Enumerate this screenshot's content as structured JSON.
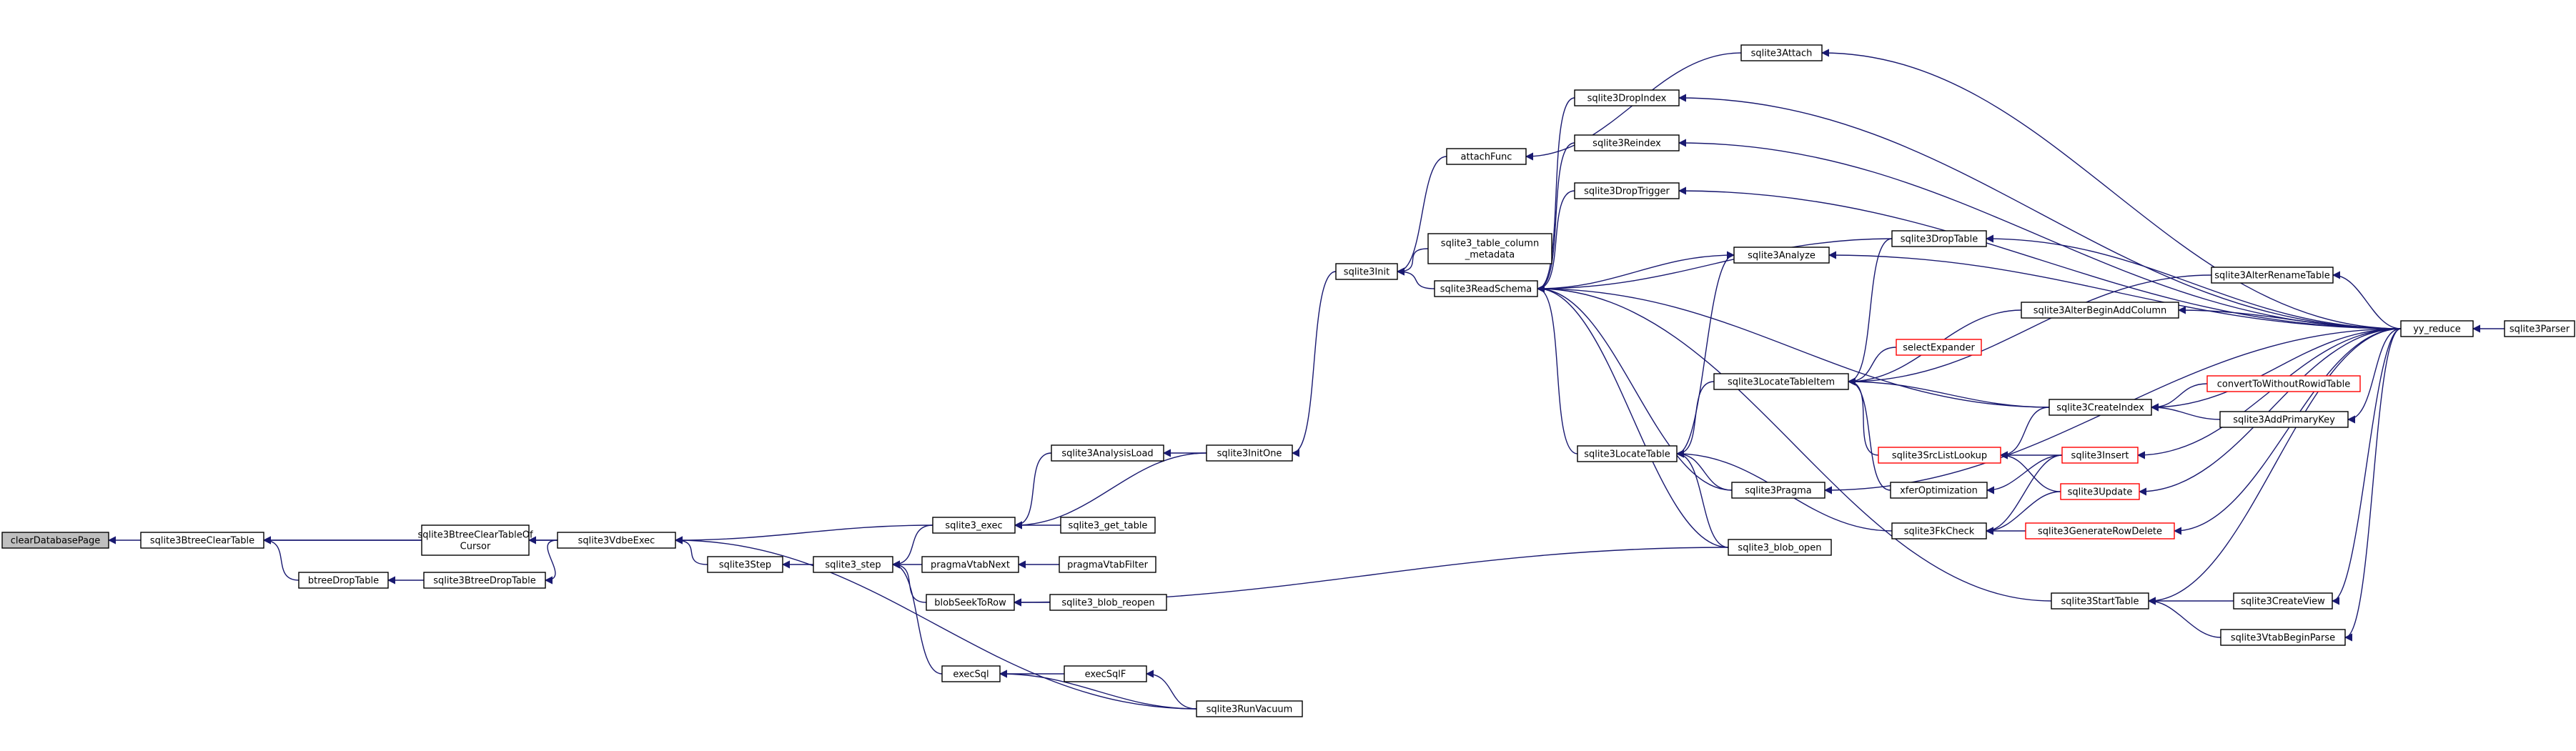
{
  "colors": {
    "edge": "#191970",
    "root_fill": "#bfbfbf",
    "red_border": "#ff0000"
  },
  "nodes": {
    "clearDatabasePage": {
      "label": "clearDatabasePage",
      "root": true
    },
    "sqlite3BtreeClearTable": {
      "label": "sqlite3BtreeClearTable"
    },
    "btreeDropTable": {
      "label": "btreeDropTable"
    },
    "sqlite3BtreeClearTableOfCursor": {
      "label": [
        "sqlite3BtreeClearTableOf",
        "Cursor"
      ]
    },
    "sqlite3BtreeDropTable": {
      "label": "sqlite3BtreeDropTable"
    },
    "sqlite3VdbeExec": {
      "label": "sqlite3VdbeExec"
    },
    "sqlite3Step": {
      "label": "sqlite3Step"
    },
    "sqlite3_step": {
      "label": "sqlite3_step"
    },
    "sqlite3_exec": {
      "label": "sqlite3_exec"
    },
    "sqlite3AnalysisLoad": {
      "label": "sqlite3AnalysisLoad"
    },
    "sqlite3_get_table": {
      "label": "sqlite3_get_table"
    },
    "pragmaVtabNext": {
      "label": "pragmaVtabNext"
    },
    "pragmaVtabFilter": {
      "label": "pragmaVtabFilter"
    },
    "blobSeekToRow": {
      "label": "blobSeekToRow"
    },
    "sqlite3_blob_reopen": {
      "label": "sqlite3_blob_reopen"
    },
    "execSql": {
      "label": "execSql"
    },
    "execSqlF": {
      "label": "execSqlF"
    },
    "sqlite3RunVacuum": {
      "label": "sqlite3RunVacuum"
    },
    "sqlite3InitOne": {
      "label": "sqlite3InitOne"
    },
    "sqlite3Init": {
      "label": "sqlite3Init"
    },
    "attachFunc": {
      "label": "attachFunc"
    },
    "sqlite3_table_column_metadata": {
      "label": [
        "sqlite3_table_column",
        "_metadata"
      ]
    },
    "sqlite3ReadSchema": {
      "label": "sqlite3ReadSchema"
    },
    "sqlite3Attach": {
      "label": "sqlite3Attach"
    },
    "sqlite3DropIndex": {
      "label": "sqlite3DropIndex"
    },
    "sqlite3Reindex": {
      "label": "sqlite3Reindex"
    },
    "sqlite3DropTrigger": {
      "label": "sqlite3DropTrigger"
    },
    "sqlite3Analyze": {
      "label": "sqlite3Analyze"
    },
    "sqlite3LocateTable": {
      "label": "sqlite3LocateTable"
    },
    "sqlite3Pragma": {
      "label": "sqlite3Pragma"
    },
    "sqlite3_blob_open": {
      "label": "sqlite3_blob_open"
    },
    "sqlite3LocateTableItem": {
      "label": "sqlite3LocateTableItem"
    },
    "sqlite3DropTable": {
      "label": "sqlite3DropTable"
    },
    "selectExpander": {
      "label": "selectExpander",
      "red": true
    },
    "sqlite3SrcListLookup": {
      "label": "sqlite3SrcListLookup",
      "red": true
    },
    "xferOptimization": {
      "label": "xferOptimization"
    },
    "sqlite3FkCheck": {
      "label": "sqlite3FkCheck"
    },
    "sqlite3StartTable": {
      "label": "sqlite3StartTable"
    },
    "sqlite3AlterBeginAddColumn": {
      "label": "sqlite3AlterBeginAddColumn"
    },
    "sqlite3AlterRenameTable": {
      "label": "sqlite3AlterRenameTable"
    },
    "sqlite3CreateIndex": {
      "label": "sqlite3CreateIndex"
    },
    "sqlite3Insert": {
      "label": "sqlite3Insert",
      "red": true
    },
    "sqlite3Update": {
      "label": "sqlite3Update",
      "red": true
    },
    "sqlite3GenerateRowDelete": {
      "label": "sqlite3GenerateRowDelete",
      "red": true
    },
    "convertToWithoutRowidTable": {
      "label": "convertToWithoutRowidTable",
      "red": true
    },
    "sqlite3AddPrimaryKey": {
      "label": "sqlite3AddPrimaryKey"
    },
    "sqlite3CreateView": {
      "label": "sqlite3CreateView"
    },
    "sqlite3VtabBeginParse": {
      "label": "sqlite3VtabBeginParse"
    },
    "yy_reduce": {
      "label": "yy_reduce"
    },
    "sqlite3Parser": {
      "label": "sqlite3Parser"
    }
  },
  "edges": [
    [
      "sqlite3BtreeClearTable",
      "clearDatabasePage"
    ],
    [
      "btreeDropTable",
      "sqlite3BtreeClearTable"
    ],
    [
      "sqlite3BtreeClearTableOfCursor",
      "sqlite3BtreeClearTable"
    ],
    [
      "sqlite3VdbeExec",
      "sqlite3BtreeClearTable"
    ],
    [
      "sqlite3BtreeDropTable",
      "btreeDropTable"
    ],
    [
      "sqlite3VdbeExec",
      "sqlite3BtreeClearTableOfCursor"
    ],
    [
      "sqlite3VdbeExec",
      "sqlite3BtreeDropTable"
    ],
    [
      "sqlite3Step",
      "sqlite3VdbeExec"
    ],
    [
      "sqlite3_exec",
      "sqlite3VdbeExec"
    ],
    [
      "sqlite3RunVacuum",
      "sqlite3VdbeExec"
    ],
    [
      "sqlite3_step",
      "sqlite3Step"
    ],
    [
      "sqlite3_exec",
      "sqlite3_step"
    ],
    [
      "pragmaVtabNext",
      "sqlite3_step"
    ],
    [
      "blobSeekToRow",
      "sqlite3_step"
    ],
    [
      "execSql",
      "sqlite3_step"
    ],
    [
      "sqlite3AnalysisLoad",
      "sqlite3_exec"
    ],
    [
      "sqlite3_get_table",
      "sqlite3_exec"
    ],
    [
      "sqlite3InitOne",
      "sqlite3_exec"
    ],
    [
      "sqlite3InitOne",
      "sqlite3AnalysisLoad"
    ],
    [
      "pragmaVtabFilter",
      "pragmaVtabNext"
    ],
    [
      "sqlite3_blob_reopen",
      "blobSeekToRow"
    ],
    [
      "sqlite3_blob_open",
      "blobSeekToRow"
    ],
    [
      "execSqlF",
      "execSql"
    ],
    [
      "sqlite3RunVacuum",
      "execSql"
    ],
    [
      "sqlite3RunVacuum",
      "execSqlF"
    ],
    [
      "sqlite3Init",
      "sqlite3InitOne"
    ],
    [
      "attachFunc",
      "sqlite3Init"
    ],
    [
      "sqlite3_table_column_metadata",
      "sqlite3Init"
    ],
    [
      "sqlite3ReadSchema",
      "sqlite3Init"
    ],
    [
      "sqlite3Attach",
      "attachFunc"
    ],
    [
      "sqlite3DropIndex",
      "sqlite3ReadSchema"
    ],
    [
      "sqlite3Reindex",
      "sqlite3ReadSchema"
    ],
    [
      "sqlite3DropTrigger",
      "sqlite3ReadSchema"
    ],
    [
      "sqlite3Analyze",
      "sqlite3ReadSchema"
    ],
    [
      "sqlite3DropTable",
      "sqlite3ReadSchema"
    ],
    [
      "sqlite3LocateTable",
      "sqlite3ReadSchema"
    ],
    [
      "sqlite3Pragma",
      "sqlite3ReadSchema"
    ],
    [
      "sqlite3_blob_open",
      "sqlite3ReadSchema"
    ],
    [
      "sqlite3CreateIndex",
      "sqlite3ReadSchema"
    ],
    [
      "sqlite3StartTable",
      "sqlite3ReadSchema"
    ],
    [
      "sqlite3LocateTable",
      "sqlite3Analyze"
    ],
    [
      "sqlite3LocateTableItem",
      "sqlite3LocateTable"
    ],
    [
      "sqlite3Pragma",
      "sqlite3LocateTable"
    ],
    [
      "sqlite3_blob_open",
      "sqlite3LocateTable"
    ],
    [
      "sqlite3FkCheck",
      "sqlite3LocateTable"
    ],
    [
      "sqlite3DropTable",
      "sqlite3LocateTableItem"
    ],
    [
      "sqlite3AlterRenameTable",
      "sqlite3LocateTableItem"
    ],
    [
      "sqlite3AlterBeginAddColumn",
      "sqlite3LocateTableItem"
    ],
    [
      "selectExpander",
      "sqlite3LocateTableItem"
    ],
    [
      "sqlite3CreateIndex",
      "sqlite3LocateTableItem"
    ],
    [
      "sqlite3SrcListLookup",
      "sqlite3LocateTableItem"
    ],
    [
      "xferOptimization",
      "sqlite3LocateTableItem"
    ],
    [
      "sqlite3CreateIndex",
      "sqlite3SrcListLookup"
    ],
    [
      "sqlite3Insert",
      "sqlite3SrcListLookup"
    ],
    [
      "sqlite3Update",
      "sqlite3SrcListLookup"
    ],
    [
      "sqlite3Insert",
      "xferOptimization"
    ],
    [
      "sqlite3Insert",
      "sqlite3FkCheck"
    ],
    [
      "sqlite3Update",
      "sqlite3FkCheck"
    ],
    [
      "sqlite3GenerateRowDelete",
      "sqlite3FkCheck"
    ],
    [
      "sqlite3CreateView",
      "sqlite3StartTable"
    ],
    [
      "sqlite3VtabBeginParse",
      "sqlite3StartTable"
    ],
    [
      "convertToWithoutRowidTable",
      "sqlite3CreateIndex"
    ],
    [
      "sqlite3AddPrimaryKey",
      "sqlite3CreateIndex"
    ],
    [
      "yy_reduce",
      "sqlite3Attach"
    ],
    [
      "yy_reduce",
      "sqlite3DropIndex"
    ],
    [
      "yy_reduce",
      "sqlite3Reindex"
    ],
    [
      "yy_reduce",
      "sqlite3DropTrigger"
    ],
    [
      "yy_reduce",
      "sqlite3Analyze"
    ],
    [
      "yy_reduce",
      "sqlite3DropTable"
    ],
    [
      "yy_reduce",
      "sqlite3AlterRenameTable"
    ],
    [
      "yy_reduce",
      "sqlite3AlterBeginAddColumn"
    ],
    [
      "yy_reduce",
      "sqlite3CreateIndex"
    ],
    [
      "yy_reduce",
      "sqlite3AddPrimaryKey"
    ],
    [
      "yy_reduce",
      "sqlite3Insert"
    ],
    [
      "yy_reduce",
      "sqlite3Update"
    ],
    [
      "yy_reduce",
      "sqlite3GenerateRowDelete"
    ],
    [
      "yy_reduce",
      "sqlite3StartTable"
    ],
    [
      "yy_reduce",
      "sqlite3CreateView"
    ],
    [
      "yy_reduce",
      "sqlite3VtabBeginParse"
    ],
    [
      "yy_reduce",
      "sqlite3Pragma"
    ],
    [
      "sqlite3Parser",
      "yy_reduce"
    ]
  ]
}
